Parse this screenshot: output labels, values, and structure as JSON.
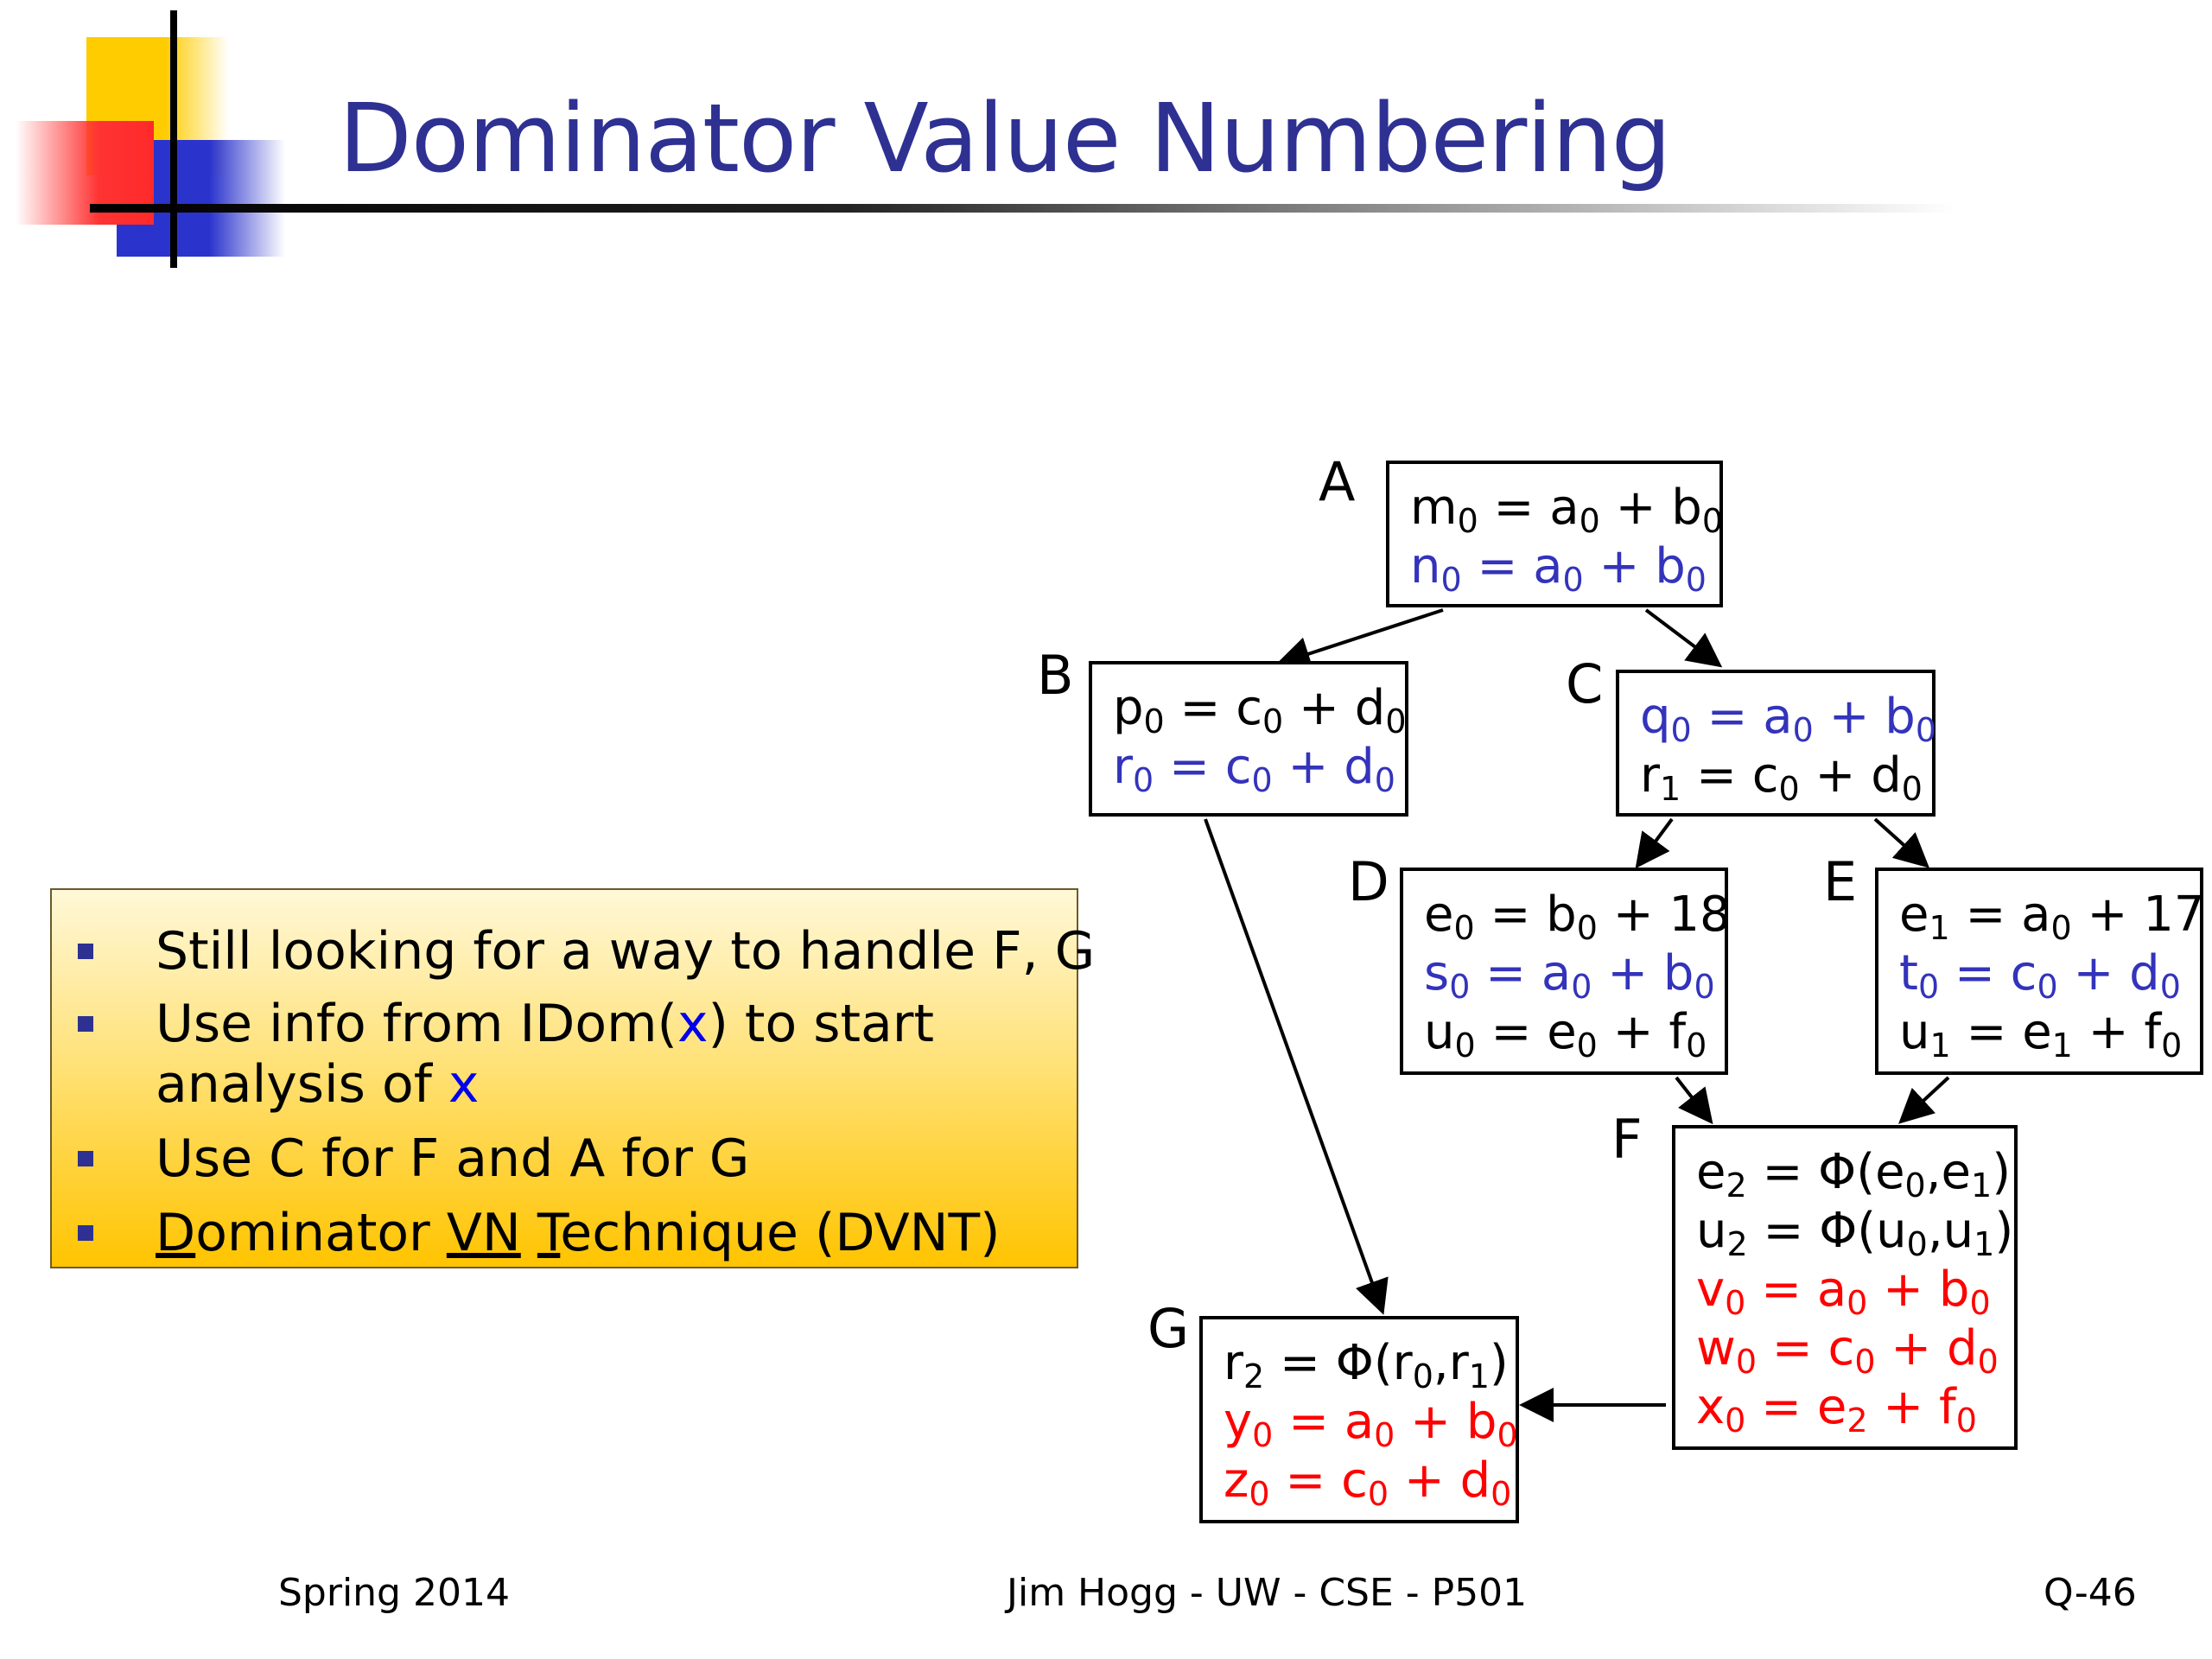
{
  "slide": {
    "title": "Dominator Value Numbering"
  },
  "bullets": [
    {
      "parts": [
        {
          "text": "Still looking for a way to handle F, G"
        }
      ]
    },
    {
      "parts": [
        {
          "text": "Use info from IDom("
        },
        {
          "text": "x",
          "style": "blue"
        },
        {
          "text": ") to start"
        }
      ],
      "cont": [
        {
          "text": "analysis of "
        },
        {
          "text": "x",
          "style": "blue"
        }
      ]
    },
    {
      "parts": [
        {
          "text": "Use C for F and A for G"
        }
      ]
    },
    {
      "parts": [
        {
          "text": "D",
          "style": "ul"
        },
        {
          "text": "ominator "
        },
        {
          "text": "VN",
          "style": "ul"
        },
        {
          "text": " "
        },
        {
          "text": "T",
          "style": "ul"
        },
        {
          "text": "echnique (DVNT)"
        }
      ]
    }
  ],
  "nodes": [
    {
      "id": "A",
      "label": "A",
      "lines": [
        {
          "color": "black",
          "html": "m<sub>0</sub> = a<sub>0</sub> + b<sub>0</sub>"
        },
        {
          "color": "blue",
          "html": "n<sub>0</sub> = a<sub>0</sub> + b<sub>0</sub>"
        }
      ]
    },
    {
      "id": "B",
      "label": "B",
      "lines": [
        {
          "color": "black",
          "html": "p<sub>0</sub> = c<sub>0</sub> + d<sub>0</sub>"
        },
        {
          "color": "blue",
          "html": "r<sub>0</sub> = c<sub>0</sub> + d<sub>0</sub>"
        }
      ]
    },
    {
      "id": "C",
      "label": "C",
      "lines": [
        {
          "color": "blue",
          "html": "q<sub>0</sub> = a<sub>0</sub> + b<sub>0</sub>"
        },
        {
          "color": "black",
          "html": "r<sub>1</sub> = c<sub>0</sub> + d<sub>0</sub>"
        }
      ]
    },
    {
      "id": "D",
      "label": "D",
      "lines": [
        {
          "color": "black",
          "html": "e<sub>0</sub> = b<sub>0</sub> + 18"
        },
        {
          "color": "blue",
          "html": "s<sub>0</sub> = a<sub>0</sub> + b<sub>0</sub>"
        },
        {
          "color": "black",
          "html": "u<sub>0</sub> = e<sub>0</sub> + f<sub>0</sub>"
        }
      ]
    },
    {
      "id": "E",
      "label": "E",
      "lines": [
        {
          "color": "black",
          "html": "e<sub>1</sub> = a<sub>0</sub> + 17"
        },
        {
          "color": "blue",
          "html": "t<sub>0</sub> = c<sub>0</sub> + d<sub>0</sub>"
        },
        {
          "color": "black",
          "html": "u<sub>1</sub> = e<sub>1</sub> + f<sub>0</sub>"
        }
      ]
    },
    {
      "id": "F",
      "label": "F",
      "lines": [
        {
          "color": "black",
          "html": "e<sub>2</sub> = Φ(e<sub>0</sub>,e<sub>1</sub>)"
        },
        {
          "color": "black",
          "html": "u<sub>2</sub> = Φ(u<sub>0</sub>,u<sub>1</sub>)"
        },
        {
          "color": "red",
          "html": "v<sub>0</sub> = a<sub>0</sub> + b<sub>0</sub>"
        },
        {
          "color": "red",
          "html": "w<sub>0</sub> = c<sub>0</sub> + d<sub>0</sub>"
        },
        {
          "color": "red",
          "html": "x<sub>0</sub> = e<sub>2</sub> + f<sub>0</sub>"
        }
      ]
    },
    {
      "id": "G",
      "label": "G",
      "lines": [
        {
          "color": "black",
          "html": "r<sub>2</sub> = Φ(r<sub>0</sub>,r<sub>1</sub>)"
        },
        {
          "color": "red",
          "html": "y<sub>0</sub> = a<sub>0</sub> + b<sub>0</sub>"
        },
        {
          "color": "red",
          "html": "z<sub>0</sub> = c<sub>0</sub> + d<sub>0</sub>"
        }
      ]
    }
  ],
  "edges": [
    {
      "from": "A",
      "to": "B"
    },
    {
      "from": "A",
      "to": "C"
    },
    {
      "from": "B",
      "to": "G"
    },
    {
      "from": "C",
      "to": "D"
    },
    {
      "from": "C",
      "to": "E"
    },
    {
      "from": "D",
      "to": "F"
    },
    {
      "from": "E",
      "to": "F"
    },
    {
      "from": "F",
      "to": "G"
    }
  ],
  "footer": {
    "left": "Spring 2014",
    "center": "Jim Hogg - UW - CSE - P501",
    "right": "Q-46"
  },
  "colors": {
    "title": "#2e3192",
    "highlight_blue": "#3333bb",
    "highlight_red": "#ff0000",
    "bullet_marker": "#2e3192",
    "bullet_x": "#0000ee"
  }
}
